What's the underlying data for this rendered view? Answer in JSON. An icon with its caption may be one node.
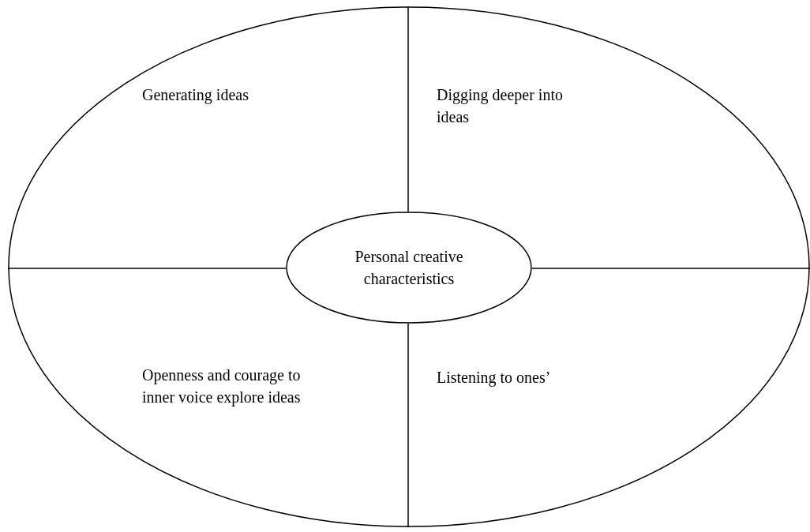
{
  "diagram": {
    "nodes": [
      {
        "text": [],
        "shape": "ellipse"
      },
      {
        "text": [
          "Personal creative characteristics"
        ],
        "in": 0
      }
    ],
    "labels": [
      "Generating ideas",
      "Digging deeper into ideas",
      "Openness and courage to inner voice explore ideas",
      "Listening to ones’"
    ]
  }
}
